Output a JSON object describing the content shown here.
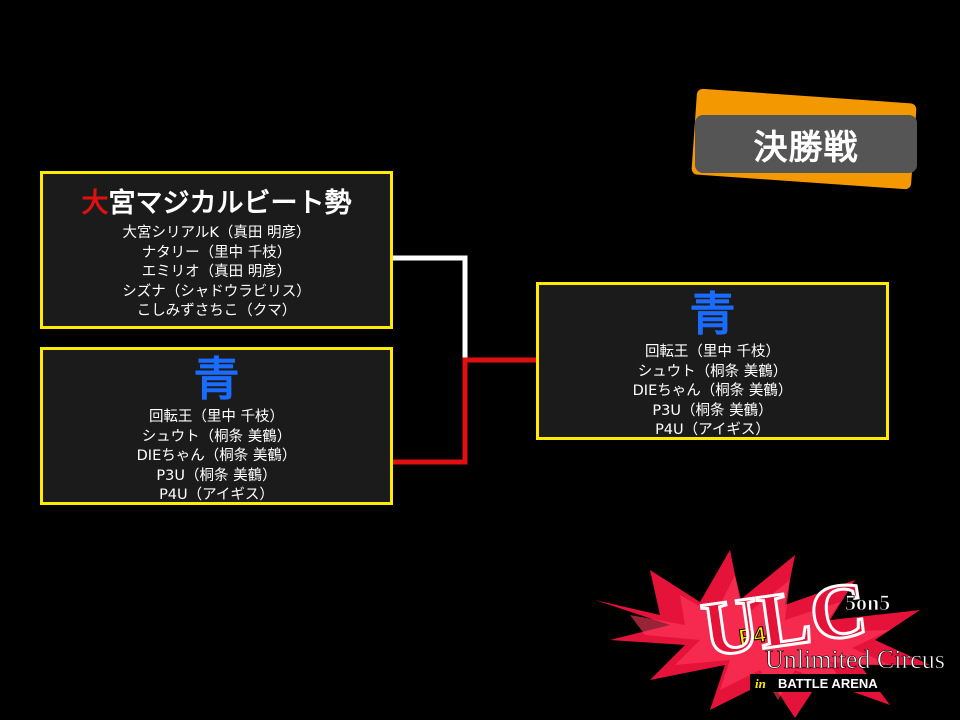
{
  "title": {
    "text": "決勝戦"
  },
  "colors": {
    "accent_yellow": "#ffeb00",
    "badge_orange": "#f39800",
    "winner_line": "#e01010",
    "loser_line": "#ffffff",
    "ao_blue": "#1a6bff"
  },
  "teams": [
    {
      "name_first": "大",
      "name_rest": "宮マジカルビート勢",
      "members": [
        "大宮シリアルK（真田 明彦）",
        "ナタリー（里中 千枝）",
        "エミリオ（真田 明彦）",
        "シズナ（シャドウラビリス）",
        "こしみずさちこ（クマ）"
      ]
    },
    {
      "name": "青",
      "members": [
        "回転王（里中 千枝）",
        "シュウト（桐条 美鶴）",
        "DIEちゃん（桐条 美鶴）",
        "P3U（桐条 美鶴）",
        "P4U（アイギス）"
      ]
    }
  ],
  "winner": {
    "name": "青",
    "members": [
      "回転王（里中 千枝）",
      "シュウト（桐条 美鶴）",
      "DIEちゃん（桐条 美鶴）",
      "P3U（桐条 美鶴）",
      "P4U（アイギス）"
    ]
  },
  "logo": {
    "main": "ULC",
    "sub": "5on5",
    "tag": "P4U",
    "line1": "Unlimited Circus",
    "line2_in": "in",
    "line2": "BATTLE ARENA"
  }
}
